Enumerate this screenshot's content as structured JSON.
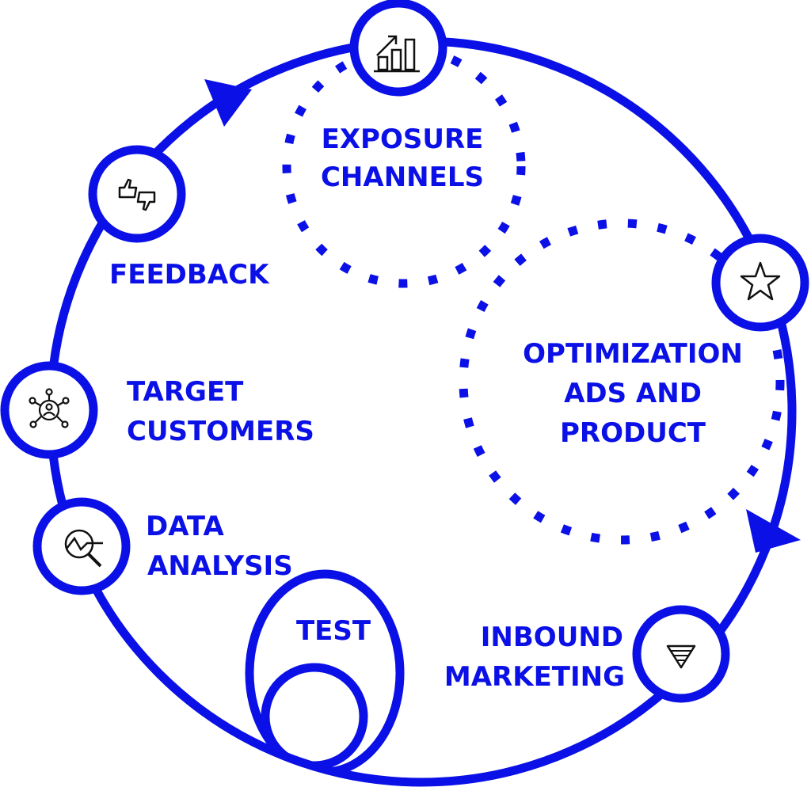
{
  "colors": {
    "primary": "#0a10e6",
    "icon": "#111111",
    "background": "#ffffff"
  },
  "diagram": {
    "nodes": [
      {
        "id": "exposure",
        "icon": "growth-chart-icon",
        "lines": [
          "EXPOSURE",
          "CHANNELS"
        ]
      },
      {
        "id": "optimization",
        "icon": "star-icon",
        "lines": [
          "OPTIMIZATION",
          "ADS AND",
          "PRODUCT"
        ]
      },
      {
        "id": "inbound",
        "icon": "funnel-icon",
        "lines": [
          "INBOUND",
          "MARKETING"
        ]
      },
      {
        "id": "test",
        "icon": "",
        "lines": [
          "TEST"
        ]
      },
      {
        "id": "analysis",
        "icon": "magnifier-chart-icon",
        "lines": [
          "DATA",
          "ANALYSIS"
        ]
      },
      {
        "id": "target",
        "icon": "network-user-icon",
        "lines": [
          "TARGET",
          "CUSTOMERS"
        ]
      },
      {
        "id": "feedback",
        "icon": "thumbs-up-down-icon",
        "lines": [
          "FEEDBACK"
        ]
      }
    ]
  }
}
